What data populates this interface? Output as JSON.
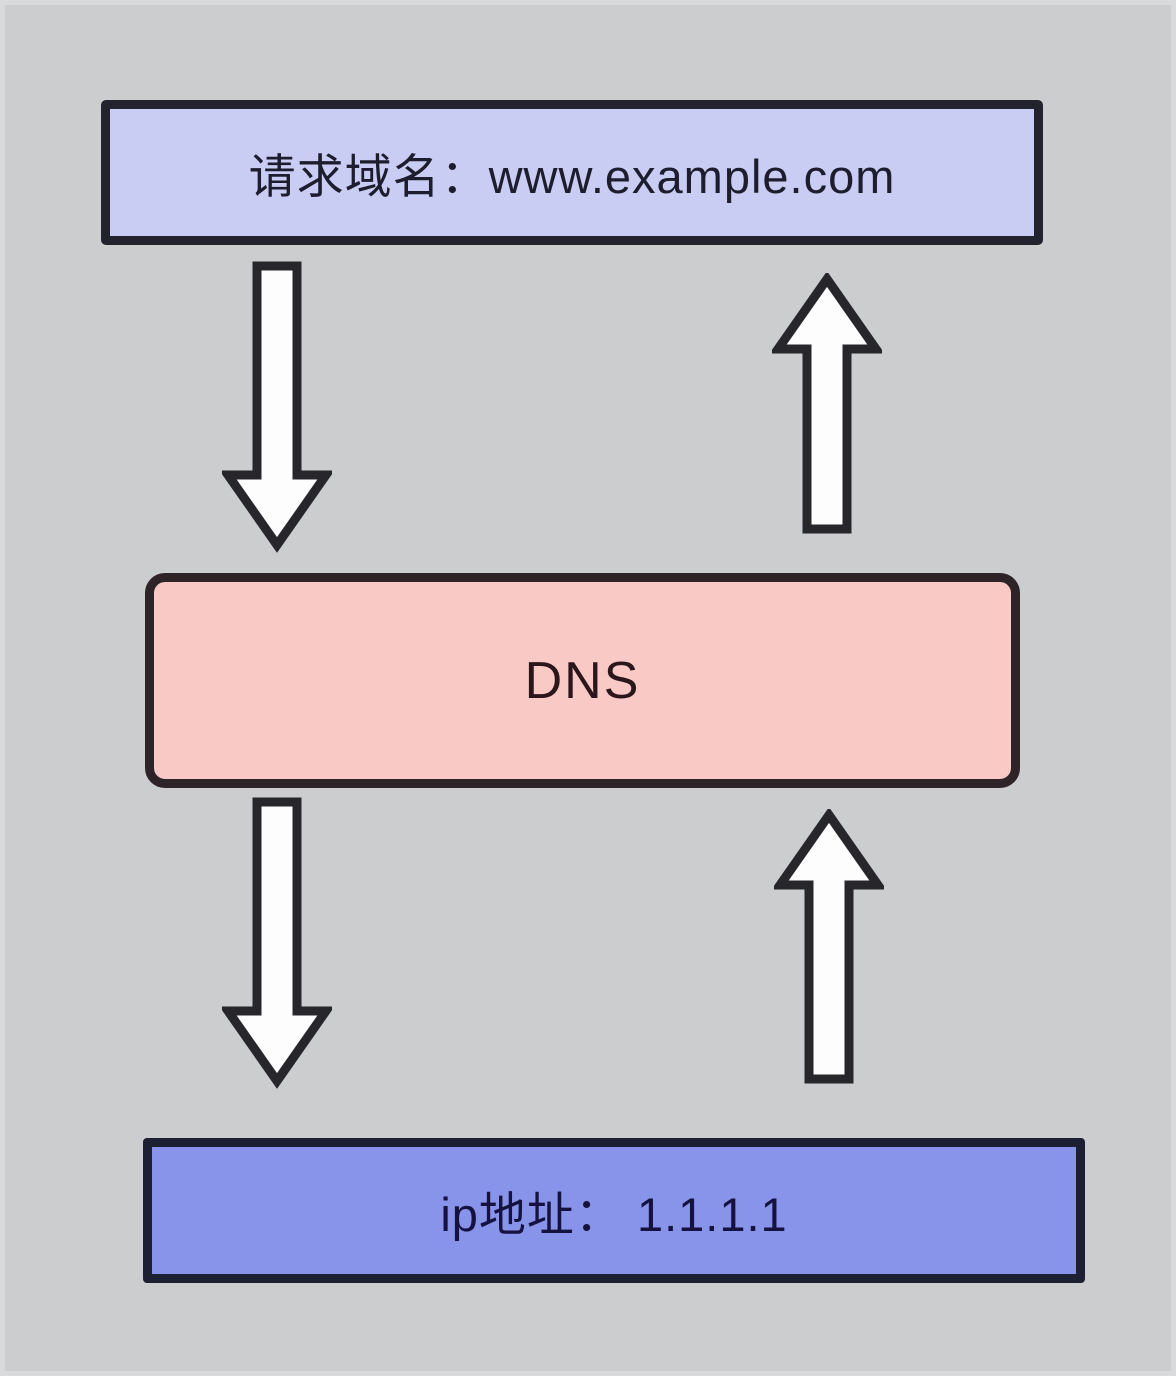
{
  "diagram": {
    "name": "dns-resolution-flow",
    "background_color": "#cccdcf",
    "nodes": [
      {
        "id": "domain-request",
        "label": "请求域名：www.example.com",
        "fill": "#c9cdf3",
        "border": "#23232e",
        "text_color": "#1d1d2e",
        "shape": "rectangle"
      },
      {
        "id": "dns",
        "label": "DNS",
        "fill": "#f9c9c6",
        "border": "#2e2327",
        "text_color": "#2b161c",
        "shape": "rounded-rectangle"
      },
      {
        "id": "ip-address",
        "label": "ip地址： 1.1.1.1",
        "fill": "#8893ea",
        "border": "#1d2033",
        "text_color": "#15123f",
        "shape": "rectangle"
      }
    ],
    "arrows": [
      {
        "from": "domain-request",
        "to": "dns",
        "direction": "down",
        "side": "left",
        "fill": "#fdfdfd",
        "outline": "#26262b"
      },
      {
        "from": "dns",
        "to": "domain-request",
        "direction": "up",
        "side": "right",
        "fill": "#fdfdfd",
        "outline": "#26262b"
      },
      {
        "from": "dns",
        "to": "ip-address",
        "direction": "down",
        "side": "left",
        "fill": "#fdfdfd",
        "outline": "#26262b"
      },
      {
        "from": "ip-address",
        "to": "dns",
        "direction": "up",
        "side": "right",
        "fill": "#fdfdfd",
        "outline": "#26262b"
      }
    ]
  }
}
